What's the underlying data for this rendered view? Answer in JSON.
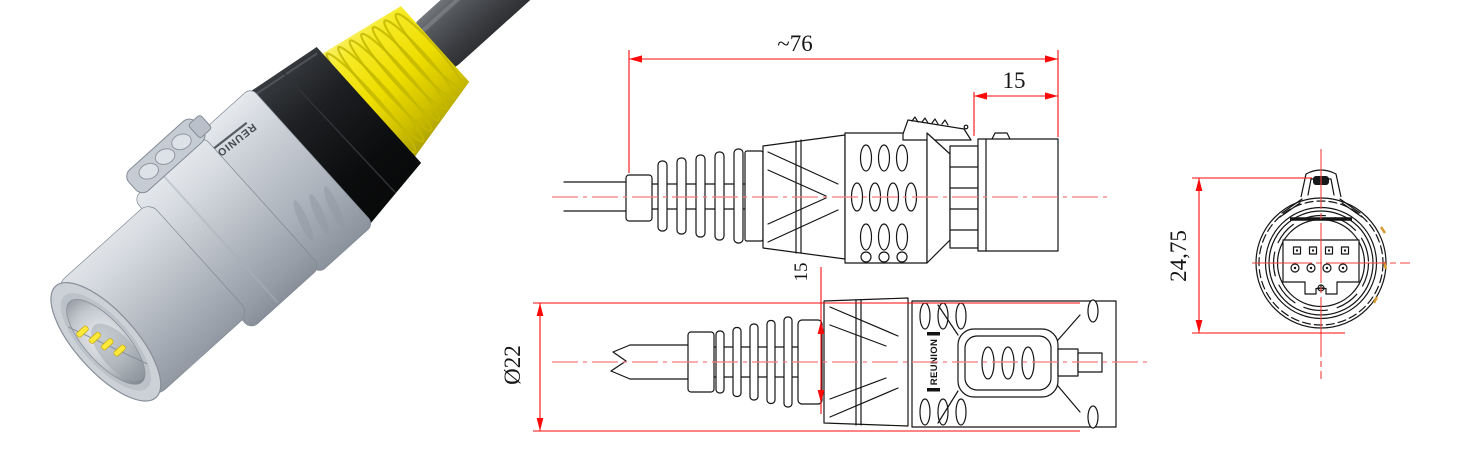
{
  "page": {
    "background": "#ffffff",
    "kind": "connector-technical-drawing"
  },
  "brand": {
    "text": "REUNION"
  },
  "dimensions": {
    "overall_length": "~76",
    "mating_length": "15",
    "boot_diameter": "15",
    "body_diameter": "Ø22",
    "front_height": "24,75"
  },
  "colors": {
    "dimension_line": "#fb0a0a",
    "centerline": "#f87c7c",
    "drawing_line": "#141414",
    "boot_yellow": "#f2e600",
    "connector_gray": "#c3c9d1",
    "ring_black": "#1b1c1e",
    "cable_gray": "#4b4d52",
    "pin_yellow": "#ffe93b",
    "accent_orange": "#d99b2f"
  }
}
